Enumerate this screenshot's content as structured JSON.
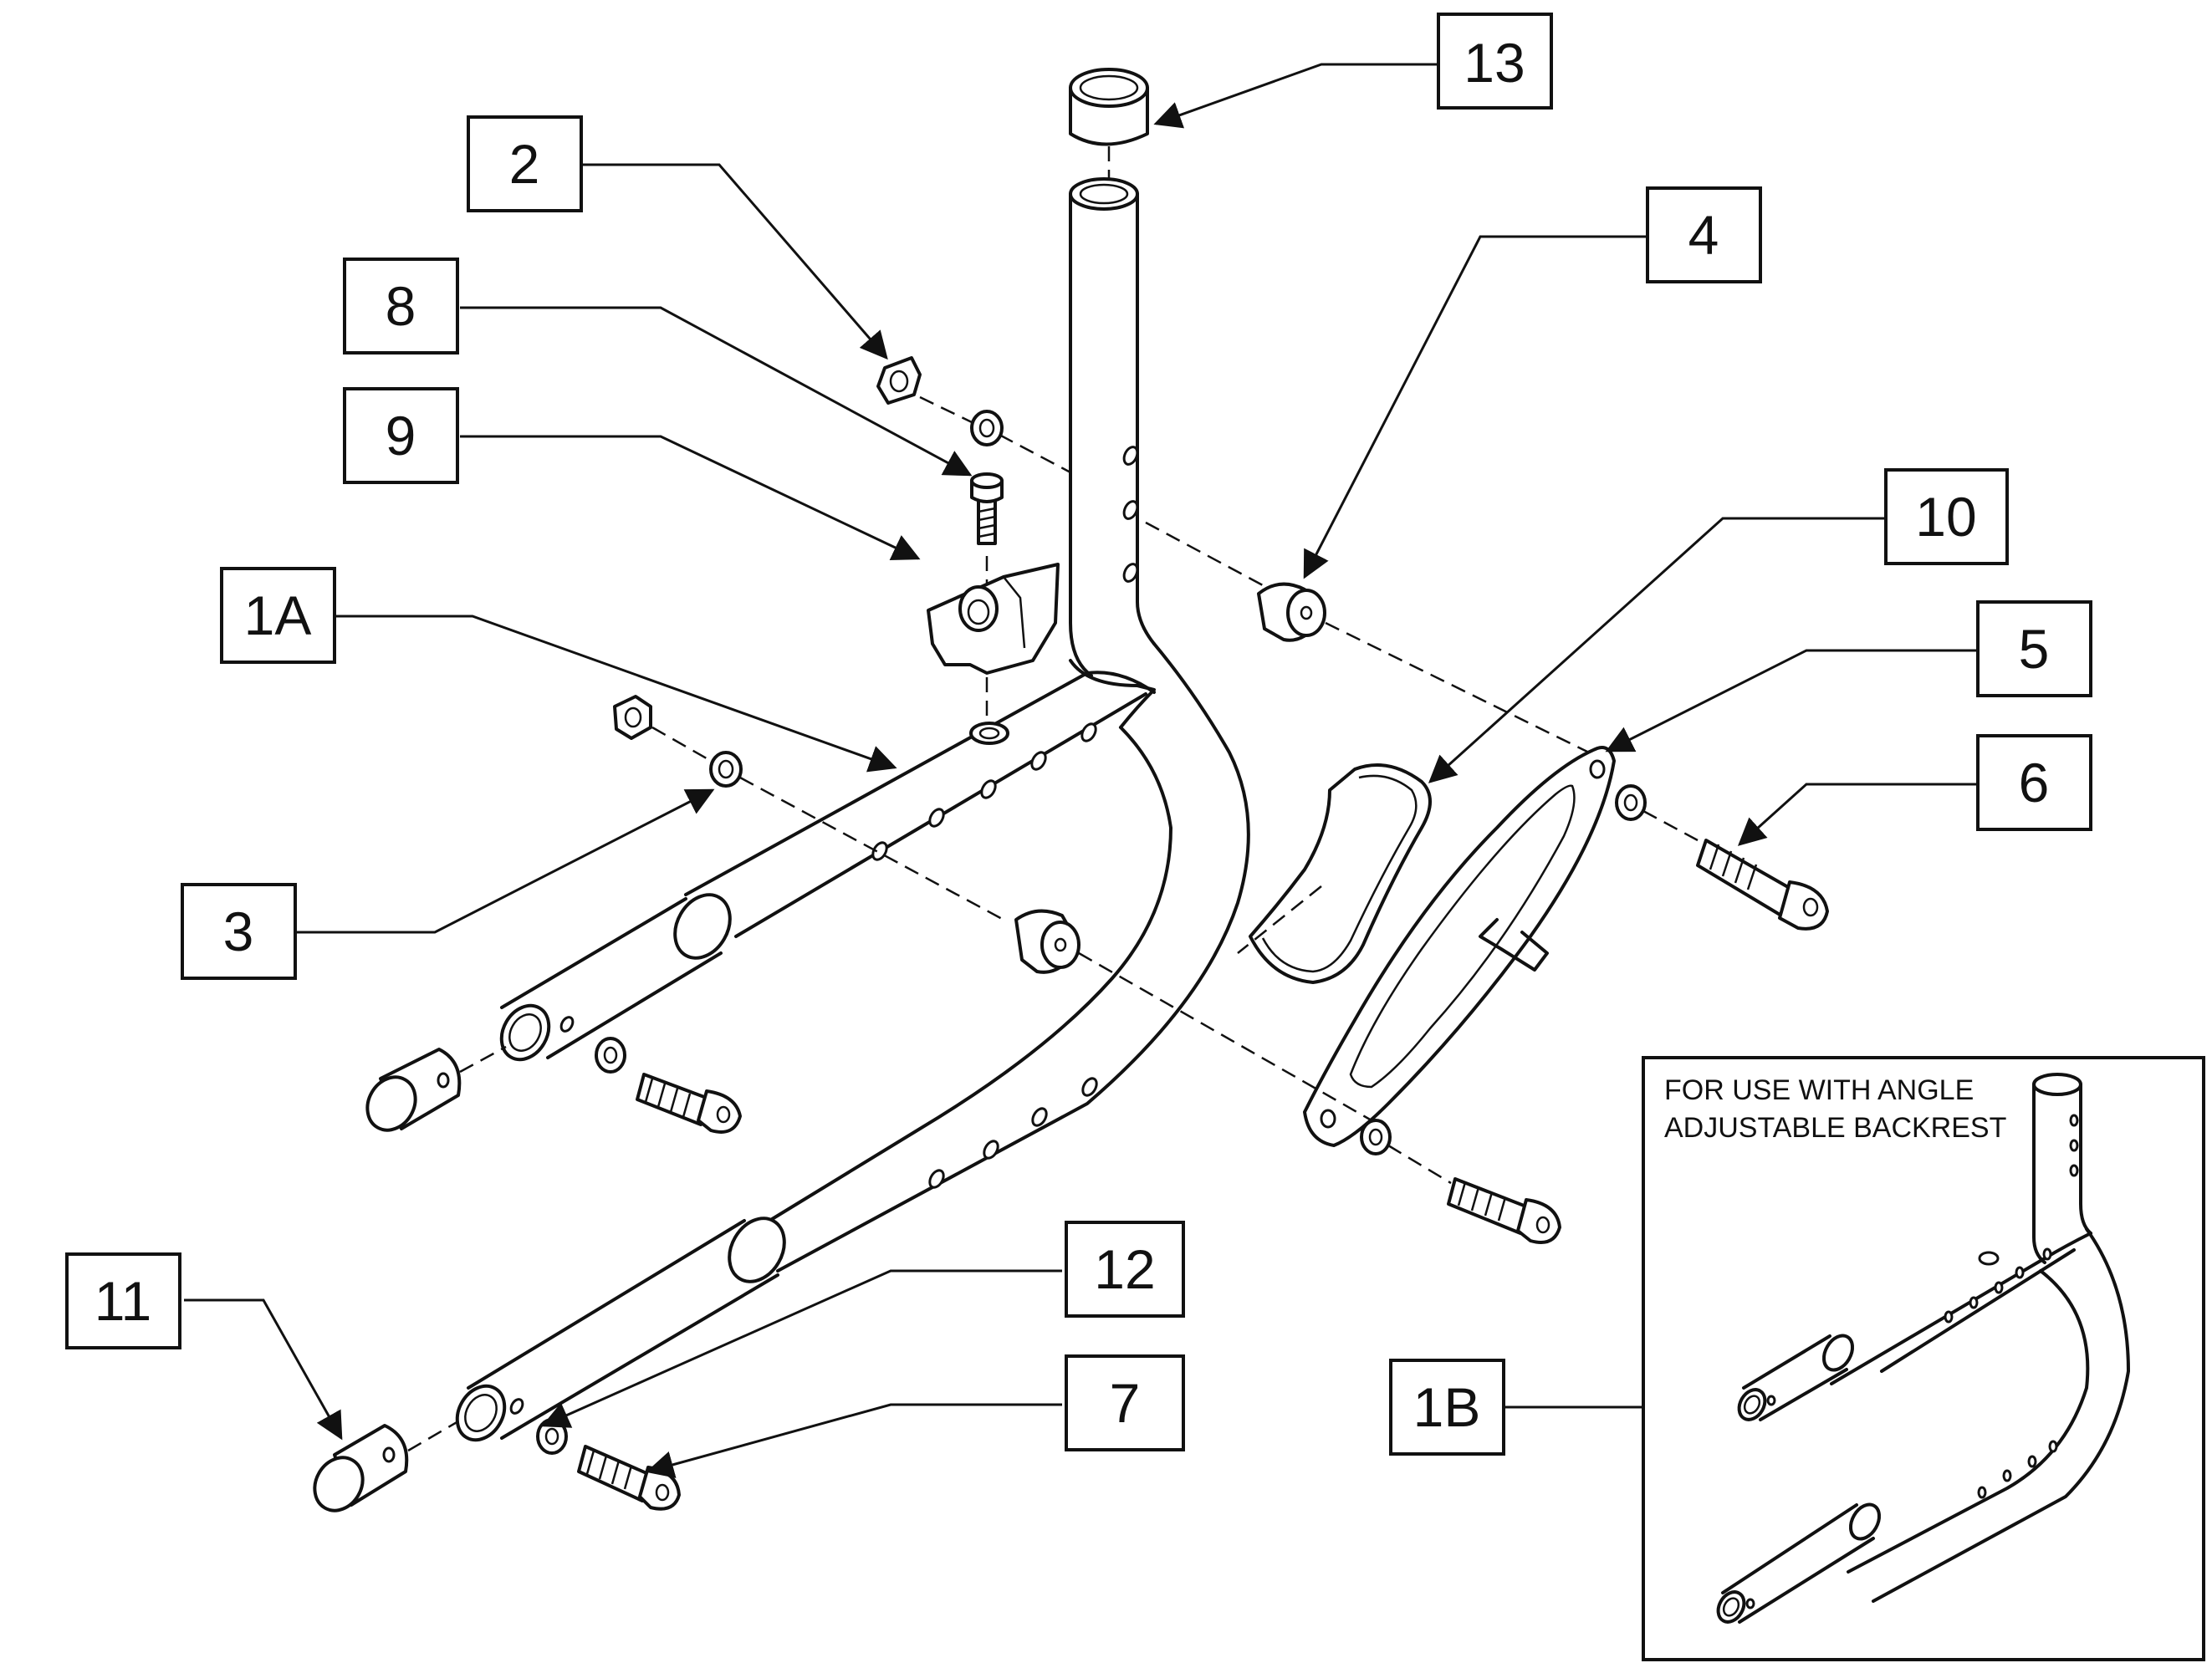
{
  "callouts": {
    "c13": "13",
    "c2": "2",
    "c4": "4",
    "c8": "8",
    "c9": "9",
    "c10": "10",
    "c1A": "1A",
    "c5": "5",
    "c6": "6",
    "c3": "3",
    "c11": "11",
    "c12": "12",
    "c7": "7",
    "c1B": "1B"
  },
  "inset": {
    "note_line1": "FOR USE WITH ANGLE",
    "note_line2": "ADJUSTABLE BACKREST"
  },
  "colors": {
    "line": "#111111",
    "background": "#ffffff"
  }
}
